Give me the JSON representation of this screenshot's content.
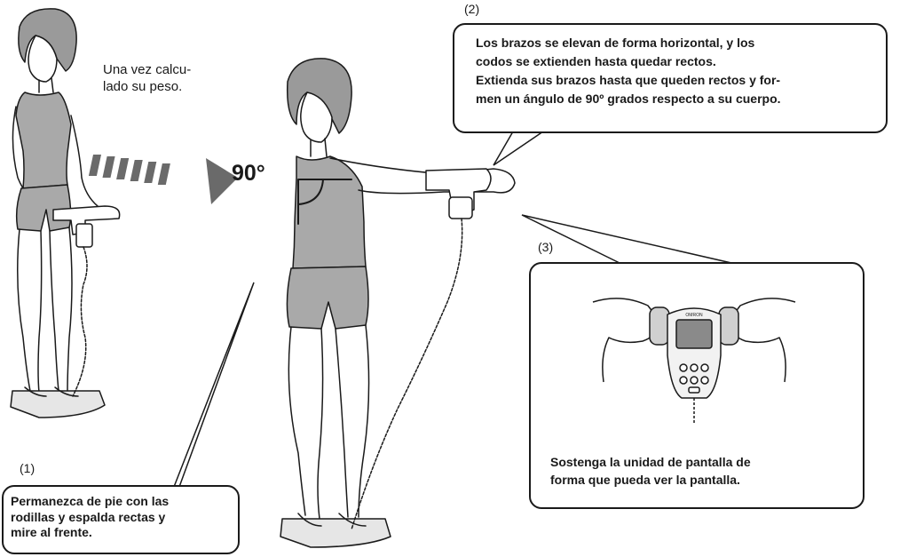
{
  "caption_top_left": {
    "line1": "Una vez calcu-",
    "line2": "lado su peso."
  },
  "angle_label": "90°",
  "step1": {
    "number": "(1)",
    "lines": [
      "Permanezca de pie con las",
      "rodillas y espalda rectas y",
      "mire al frente."
    ]
  },
  "step2": {
    "number": "(2)",
    "lines": [
      "Los brazos se elevan de forma horizontal, y los",
      "codos se extienden hasta quedar rectos.",
      "Extienda sus brazos hasta que queden rectos y for-",
      "men un ángulo de 90º grados respecto a su cuerpo."
    ]
  },
  "step3": {
    "number": "(3)",
    "lines": [
      "Sostenga la unidad de pantalla de",
      "forma que pueda ver la pantalla."
    ]
  },
  "device_brand": "OMRON"
}
